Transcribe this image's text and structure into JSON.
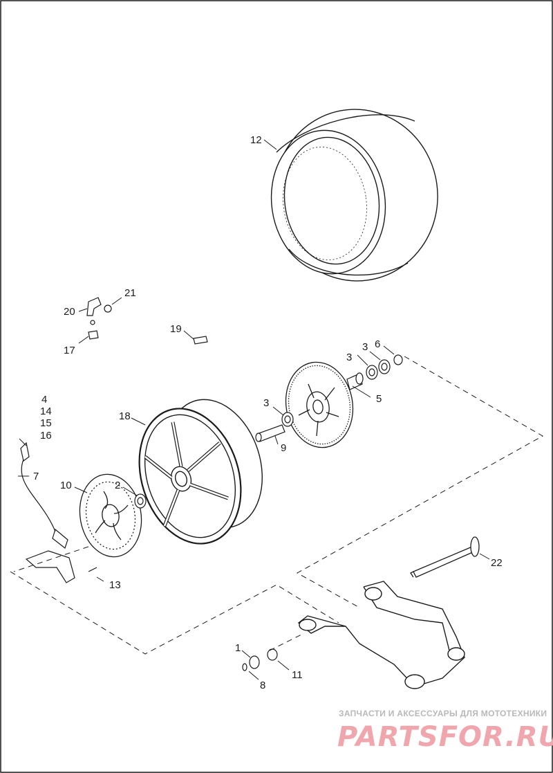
{
  "callouts": {
    "c1": "1",
    "c2": "2",
    "c3a": "3",
    "c3b": "3",
    "c3c": "3",
    "c4": "4",
    "c5": "5",
    "c6": "6",
    "c7": "7",
    "c8": "8",
    "c9": "9",
    "c10": "10",
    "c11": "11",
    "c12": "12",
    "c13": "13",
    "c14": "14",
    "c15": "15",
    "c16": "16",
    "c17": "17",
    "c18": "18",
    "c19": "19",
    "c20": "20",
    "c21": "21",
    "c22": "22"
  },
  "watermark": {
    "tagline": "ЗАПЧАСТИ И АКСЕССУАРЫ ДЛЯ МОТОТЕХНИКИ",
    "logo": "PARTSFOR.RU"
  },
  "colors": {
    "line": "#1a1a1a",
    "watermark_logo": "#f0a6ad",
    "watermark_text": "#b8b8b8"
  }
}
